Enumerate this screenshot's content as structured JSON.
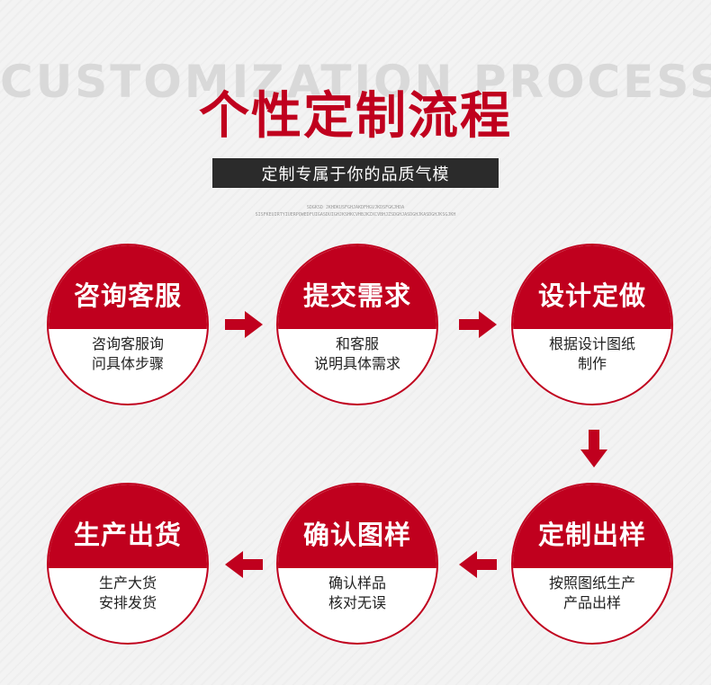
{
  "header": {
    "bg_title": "CUSTOMIZATION PROCESS",
    "title": "个性定制流程",
    "subtitle": "定制专属于你的品质气模",
    "fine_line1": "SDGKSD JKHDKUSFGHJAKDFHGVJKDSFGKJHDA",
    "fine_line2": "SISFKEUIRTYIUERPQWEDFUIGASDUIGHJKSHKCVHBJKZXCVBHJZSDGHJASDGHJKASDGHJKSGJKH"
  },
  "steps": [
    {
      "title": "咨询客服",
      "desc": [
        "咨询客服询",
        "问具体步骤"
      ]
    },
    {
      "title": "提交需求",
      "desc": [
        "和客服",
        "说明具体需求"
      ]
    },
    {
      "title": "设计定做",
      "desc": [
        "根据设计图纸",
        "制作"
      ]
    },
    {
      "title": "定制出样",
      "desc": [
        "按照图纸生产",
        "产品出样"
      ]
    },
    {
      "title": "确认图样",
      "desc": [
        "确认样品",
        "核对无误"
      ]
    },
    {
      "title": "生产出货",
      "desc": [
        "生产大货",
        "安排发货"
      ]
    }
  ],
  "colors": {
    "accent": "#c0001e",
    "banner": "#2b2b2b",
    "watermark": "#d9d9d9"
  }
}
